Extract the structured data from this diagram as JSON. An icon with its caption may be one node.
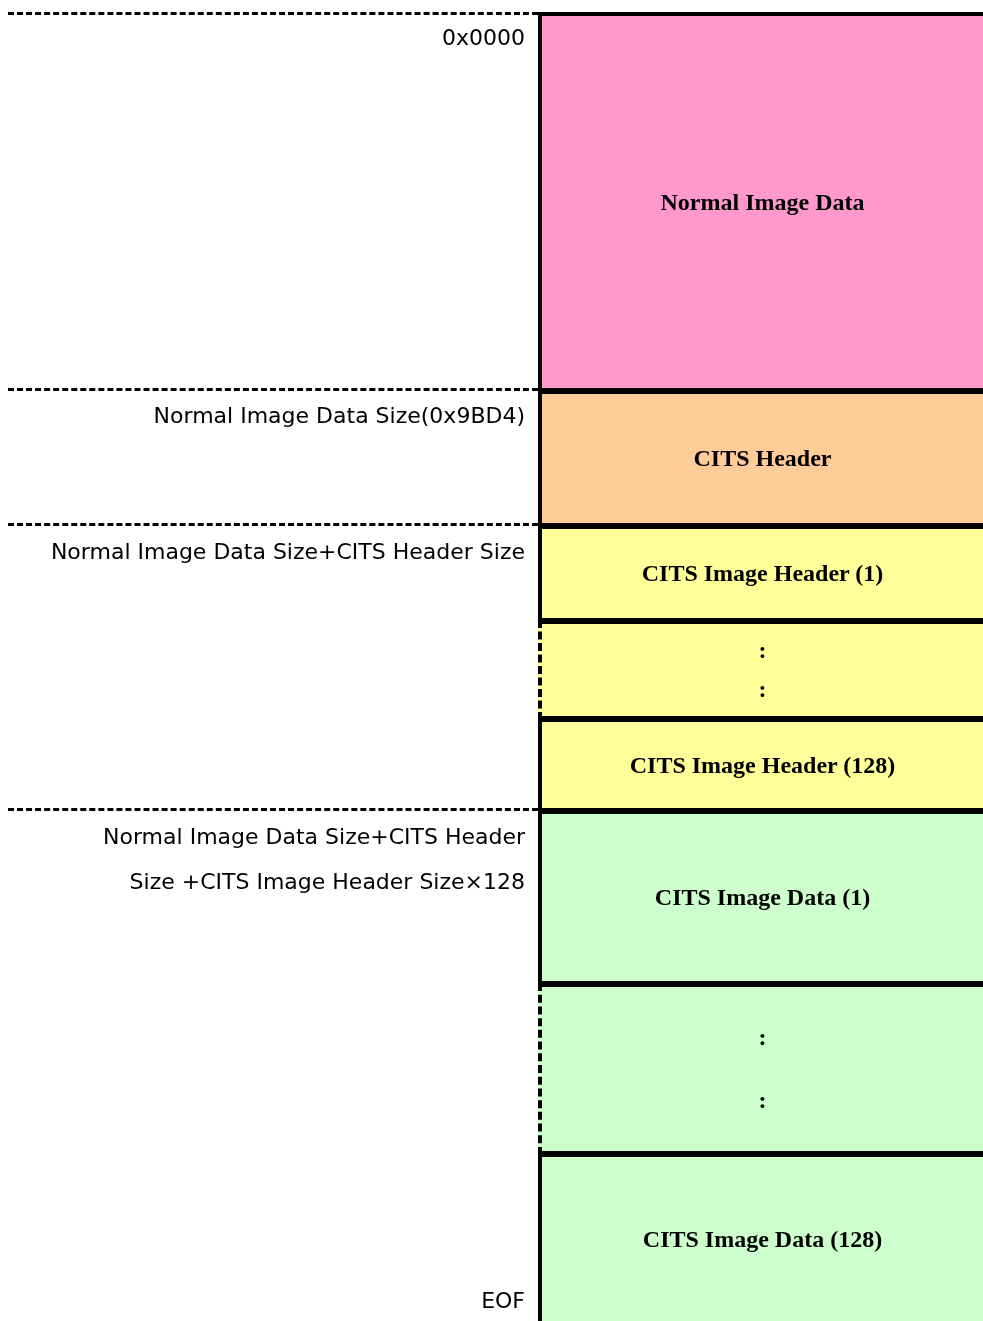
{
  "diagram": {
    "nodes": [
      {
        "text": [
          "Normal Image Data"
        ]
      },
      {
        "text": [
          "CITS Header"
        ]
      },
      {
        "text": [
          "CITS Image Header (1)"
        ]
      },
      {
        "text": [
          ":",
          ":"
        ]
      },
      {
        "text": [
          "CITS Image Header (128)"
        ]
      },
      {
        "text": [
          "CITS Image Data (1)"
        ]
      },
      {
        "text": [
          ":",
          ":"
        ]
      },
      {
        "text": [
          "CITS Image Data (128)"
        ]
      }
    ],
    "edges": [],
    "labels": [
      "0x0000",
      "Normal Image Data Size(0x9BD4)",
      "Normal Image Data Size+CITS Header Size",
      "Normal Image Data Size+CITS Header Size +CITS Image Header Size×128",
      "EOF"
    ]
  }
}
